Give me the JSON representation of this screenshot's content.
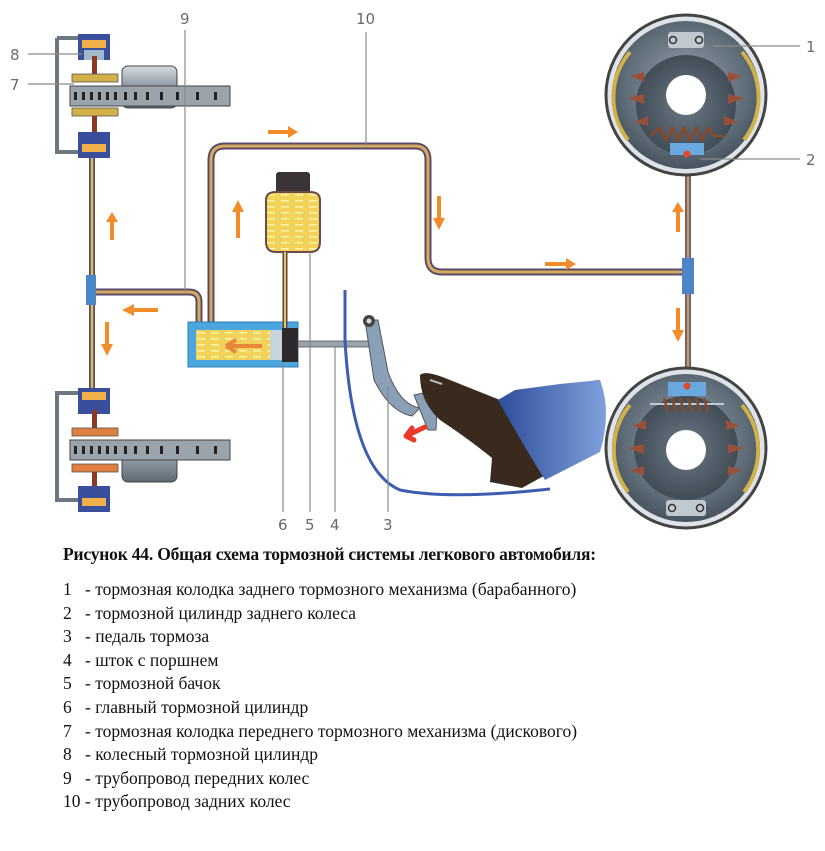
{
  "figure": {
    "caption": "Рисунок 44. Общая схема тормозной системы легкового автомобиля:",
    "callouts": [
      "1",
      "2",
      "3",
      "4",
      "5",
      "6",
      "7",
      "8",
      "9",
      "10"
    ],
    "legend": [
      {
        "num": "1",
        "text": "- тормозная колодка заднего тормозного механизма (барабанного)"
      },
      {
        "num": "2",
        "text": "- тормозной цилиндр заднего колеса"
      },
      {
        "num": "3",
        "text": "- педаль тормоза"
      },
      {
        "num": "4",
        "text": "- шток с поршнем"
      },
      {
        "num": "5",
        "text": "- тормозной бачок"
      },
      {
        "num": "6",
        "text": "- главный тормозной цилиндр"
      },
      {
        "num": "7",
        "text": "- тормозная колодка переднего тормозного механизма (дискового)"
      },
      {
        "num": "8",
        "text": "- колесный тормозной цилиндр"
      },
      {
        "num": "9",
        "text": "- трубопровод передних колес"
      },
      {
        "num": "10",
        "text": "- трубопровод задних колес"
      }
    ]
  },
  "colors": {
    "pipe": "#c9a15a",
    "pipe_outline": "#5a4a6a",
    "fluid": "#f2d75a",
    "cylinder_blue": "#4aa6dc",
    "caliper_blue": "#3a4f9c",
    "flow_arrow": "#f28c28",
    "pedal_arrow": "#e83a2a",
    "drum_grey": "#6f7f8c",
    "shoe_arrow": "#9a5038",
    "boot_blue": "#4f6fb8",
    "shoe_brown": "#3a2a1e",
    "floor_blue": "#3f5db0",
    "leader": "#8a8a8a"
  }
}
